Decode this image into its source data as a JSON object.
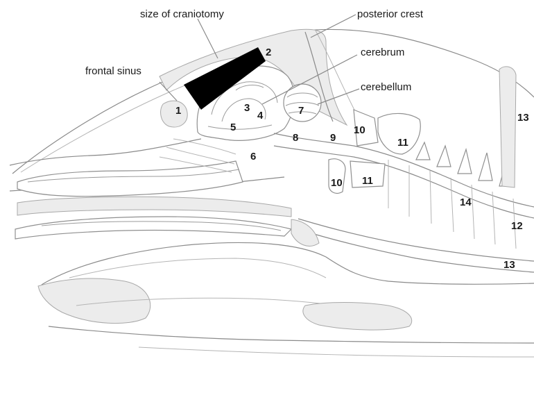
{
  "labels": {
    "craniotomy": "size of craniotomy",
    "posterior_crest": "posterior crest",
    "frontal_sinus": "frontal sinus",
    "cerebrum": "cerebrum",
    "cerebellum": "cerebellum"
  },
  "numbers": {
    "n1": "1",
    "n2": "2",
    "n3": "3",
    "n4": "4",
    "n5": "5",
    "n6": "6",
    "n7": "7",
    "n8": "8",
    "n9": "9",
    "n10a": "10",
    "n10b": "10",
    "n11a": "11",
    "n11b": "11",
    "n12": "12",
    "n13a": "13",
    "n13b": "13",
    "n14": "14"
  },
  "colors": {
    "craniotomy_region": "#000000",
    "line": "#8a8a8a",
    "text": "#1a1a1a"
  }
}
